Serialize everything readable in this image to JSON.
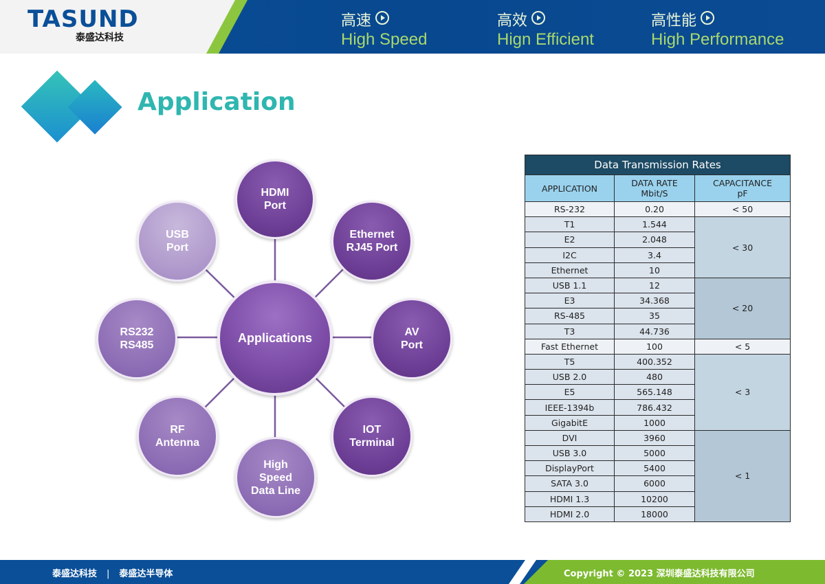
{
  "header": {
    "logo_name": "TASUND",
    "logo_sub": "泰盛达科技",
    "slogans": [
      {
        "zh": "高速",
        "en": "High Speed"
      },
      {
        "zh": "高效",
        "en": "Hign Efficient"
      },
      {
        "zh": "高性能",
        "en": "High Performance"
      }
    ]
  },
  "title": "Application",
  "diagram": {
    "center": "Applications",
    "nodes": [
      "HDMI\nPort",
      "Ethernet\nRJ45 Port",
      "AV\nPort",
      "IOT\nTerminal",
      "High\nSpeed\nData Line",
      "RF\nAntenna",
      "RS232\nRS485",
      "USB\nPort"
    ]
  },
  "table": {
    "caption": "Data Transmission Rates",
    "headers": [
      "APPLICATION",
      "DATA RATE\nMbit/S",
      "CAPACITANCE\npF"
    ],
    "rows": [
      [
        "RS-232",
        "0.20"
      ],
      [
        "T1",
        "1.544"
      ],
      [
        "E2",
        "2.048"
      ],
      [
        "I2C",
        "3.4"
      ],
      [
        "Ethernet",
        "10"
      ],
      [
        "USB 1.1",
        "12"
      ],
      [
        "E3",
        "34.368"
      ],
      [
        "RS-485",
        "35"
      ],
      [
        "T3",
        "44.736"
      ],
      [
        "Fast Ethernet",
        "100"
      ],
      [
        "T5",
        "400.352"
      ],
      [
        "USB 2.0",
        "480"
      ],
      [
        "E5",
        "565.148"
      ],
      [
        "IEEE-1394b",
        "786.432"
      ],
      [
        "GigabitE",
        "1000"
      ],
      [
        "DVI",
        "3960"
      ],
      [
        "USB 3.0",
        "5000"
      ],
      [
        "DisplayPort",
        "5400"
      ],
      [
        "SATA 3.0",
        "6000"
      ],
      [
        "HDMI 1.3",
        "10200"
      ],
      [
        "HDMI 2.0",
        "18000"
      ]
    ],
    "capacitance_groups": [
      {
        "label": "< 50",
        "rows": 1
      },
      {
        "label": "< 30",
        "rows": 4
      },
      {
        "label": "< 20",
        "rows": 4
      },
      {
        "label": "< 5",
        "rows": 1
      },
      {
        "label": "< 3",
        "rows": 5
      },
      {
        "label": "< 1",
        "rows": 6
      }
    ]
  },
  "footer": {
    "left_a": "泰盛达科技",
    "separator": "|",
    "left_b": "泰盛达半导体",
    "copyright": "Copyright © 2023 深圳泰盛达科技有限公司"
  },
  "colors": {
    "brand_blue": "#0a4f98",
    "accent_green": "#8cc63f",
    "title_teal": "#2fb6b0",
    "purple_dark": "#6a3c93",
    "table_header": "#9ad2ee",
    "table_caption": "#1d4a64"
  }
}
